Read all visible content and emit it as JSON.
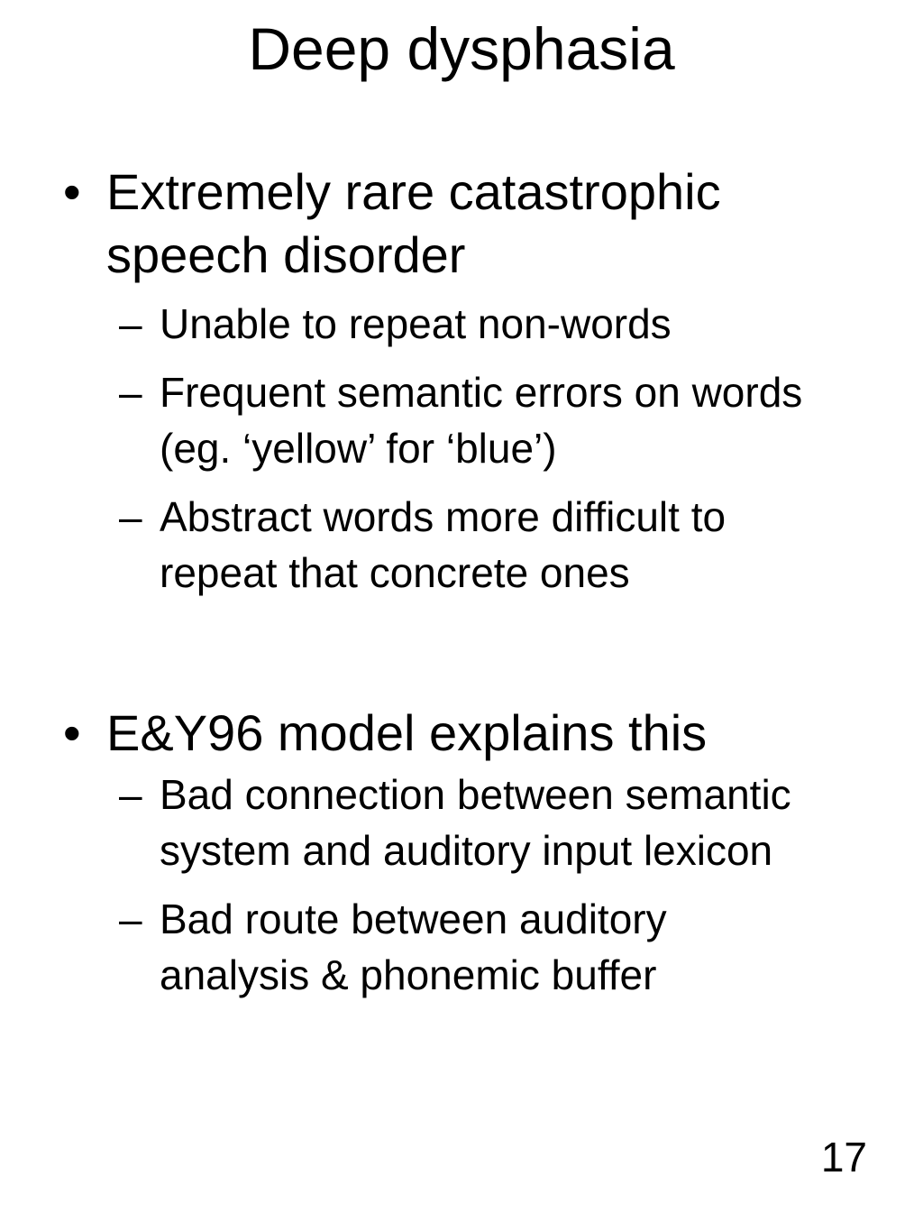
{
  "slide": {
    "title": "Deep dysphasia",
    "page_number": "17",
    "bullets": [
      {
        "text": "Extremely rare catastrophic speech disorder",
        "subitems": [
          "Unable to repeat non-words",
          "Frequent semantic errors on words (eg. ‘yellow’ for ‘blue’)",
          "Abstract words more difficult to repeat that concrete ones"
        ]
      },
      {
        "text": "E&Y96 model explains this",
        "subitems": [
          "Bad connection between semantic system and auditory input lexicon",
          "Bad route between auditory analysis & phonemic buffer"
        ]
      }
    ],
    "markers": {
      "bullet": "•",
      "sub": "–"
    }
  }
}
